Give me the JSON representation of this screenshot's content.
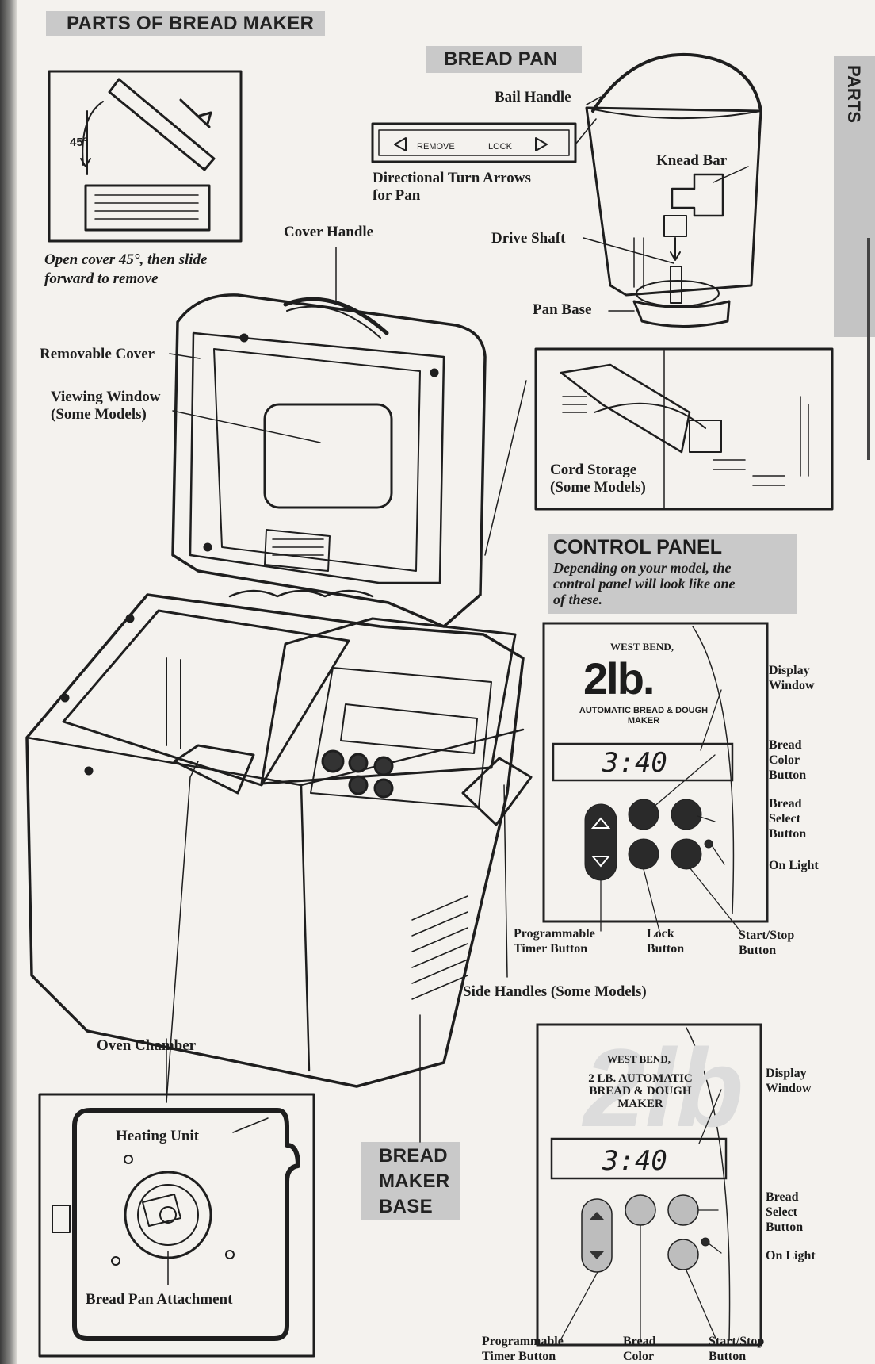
{
  "headers": {
    "parts_of_bread_maker": "PARTS OF BREAD MAKER",
    "bread_pan": "BREAD PAN",
    "control_panel": "CONTROL PANEL",
    "bread_maker_base": [
      "BREAD",
      "MAKER",
      "BASE"
    ],
    "side_tab": "PARTS"
  },
  "cover_inset": {
    "angle": "45°",
    "caption": [
      "Open cover 45°, then slide",
      "forward to remove"
    ]
  },
  "bread_pan": {
    "arrows": {
      "remove": "REMOVE",
      "lock": "LOCK"
    },
    "labels": {
      "bail_handle": "Bail Handle",
      "directional": [
        "Directional Turn Arrows",
        "for Pan"
      ],
      "knead_bar": "Knead Bar",
      "drive_shaft": "Drive Shaft",
      "pan_base": "Pan Base"
    }
  },
  "main_labels": {
    "cover_handle": "Cover Handle",
    "removable_cover": "Removable Cover",
    "viewing_window": [
      "Viewing Window",
      "(Some Models)"
    ],
    "cord_storage": [
      "Cord Storage",
      "(Some Models)"
    ],
    "side_handles": "Side Handles  (Some Models)",
    "oven_chamber": "Oven Chamber",
    "heating_unit": "Heating Unit",
    "bread_pan_attachment": "Bread Pan Attachment"
  },
  "control_panel_note": [
    "Depending on your model, the",
    "control panel will look like one",
    "of these."
  ],
  "panel1": {
    "brand": "WEST BEND,",
    "logo": "2lb.",
    "subtitle": [
      "AUTOMATIC BREAD & DOUGH",
      "MAKER"
    ],
    "time": "3:40",
    "labels": {
      "display_window": [
        "Display",
        "Window"
      ],
      "bread_color": [
        "Bread",
        "Color",
        "Button"
      ],
      "bread_select": [
        "Bread",
        "Select",
        "Button"
      ],
      "on_light": "On Light",
      "timer": [
        "Programmable",
        "Timer Button"
      ],
      "lock": [
        "Lock",
        "Button"
      ],
      "start_stop": [
        "Start/Stop",
        "Button"
      ]
    }
  },
  "panel2": {
    "brand": "WEST BEND,",
    "subtitle": [
      "2 LB. AUTOMATIC",
      "BREAD & DOUGH",
      "MAKER"
    ],
    "time": "3:40",
    "labels": {
      "display_window": [
        "Display",
        "Window"
      ],
      "bread_select": [
        "Bread",
        "Select",
        "Button"
      ],
      "on_light": "On Light",
      "timer": [
        "Programmable",
        "Timer Button"
      ],
      "bread_color": [
        "Bread",
        "Color"
      ],
      "start_stop": [
        "Start/Stop",
        "Button"
      ]
    }
  }
}
